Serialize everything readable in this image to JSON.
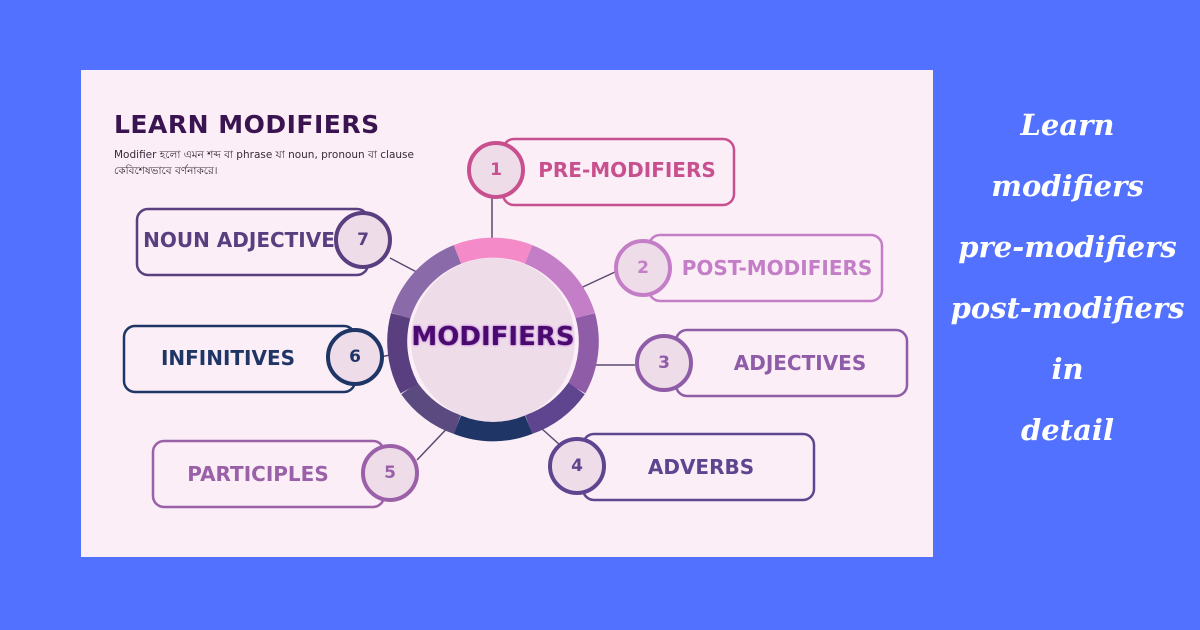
{
  "card": {
    "title": "LEARN MODIFIERS",
    "description": "Modifier হলো এমন শব্দ বা phrase যা noun, pronoun বা clause কেবিশেষভাবে বর্ণনাকরে।"
  },
  "center": {
    "label": "MODIFIERS"
  },
  "items": [
    {
      "number": "1",
      "label": "PRE-MODIFIERS",
      "color": "#c9508f"
    },
    {
      "number": "2",
      "label": "POST-MODIFIERS",
      "color": "#c47ec7"
    },
    {
      "number": "3",
      "label": "ADJECTIVES",
      "color": "#8f5ca8"
    },
    {
      "number": "4",
      "label": "ADVERBS",
      "color": "#5f4590"
    },
    {
      "number": "5",
      "label": "PARTICIPLES",
      "color": "#9a60a8"
    },
    {
      "number": "6",
      "label": "INFINITIVES",
      "color": "#1f3566"
    },
    {
      "number": "7",
      "label": "NOUN ADJECTIVE",
      "color": "#5a3f80"
    }
  ],
  "side_text": [
    "Learn",
    "modifiers",
    "pre-modifiers",
    "post-modifiers",
    "in",
    "detail"
  ],
  "colors": {
    "background": "#5271ff",
    "card": "#fbeef6",
    "title": "#3a1450"
  }
}
